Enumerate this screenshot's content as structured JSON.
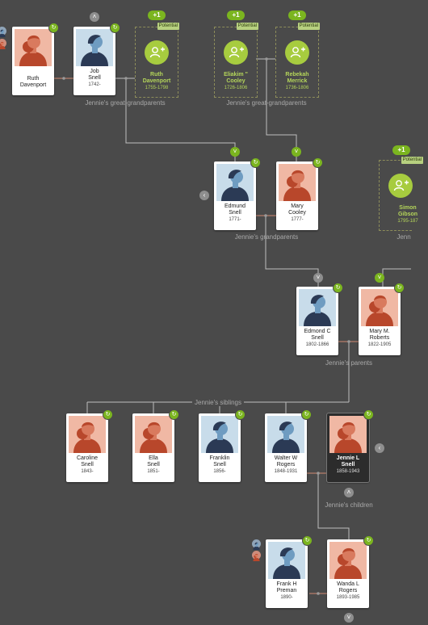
{
  "cards": {
    "ruth_davenport_left": {
      "name": "Ruth\nDavenport",
      "years": ""
    },
    "job_snell": {
      "name": "Job\nSnell",
      "years": "1742-"
    },
    "edmund_snell": {
      "name": "Edmund\nSnell",
      "years": "1771-"
    },
    "mary_cooley": {
      "name": "Mary\nCooley",
      "years": "1777-"
    },
    "edmond_c_snell": {
      "name": "Edmond C\nSnell",
      "years": "1802-1866"
    },
    "mary_m_roberts": {
      "name": "Mary M.\nRoberts",
      "years": "1822-1905"
    },
    "caroline_snell": {
      "name": "Caroline\nSnell",
      "years": "1843-"
    },
    "ella_snell": {
      "name": "Ella\nSnell",
      "years": "1851-"
    },
    "franklin_snell": {
      "name": "Franklin\nSnell",
      "years": "1856-"
    },
    "walter_w_rogers": {
      "name": "Walter W\nRogers",
      "years": "1848-1931"
    },
    "jennie_l_snell": {
      "name": "Jennie L\nSnell",
      "years": "1858-1943"
    },
    "frank_h_preman": {
      "name": "Frank H\nPreman",
      "years": "1890-"
    },
    "wanda_l_rogers": {
      "name": "Wanda L\nRogers",
      "years": "1893-1985"
    }
  },
  "potentials": {
    "ruth_davenport": {
      "count": "+1",
      "tag": "Potential",
      "name": "Ruth\nDavenport",
      "years": "1755-1798"
    },
    "eliakim_cooley": {
      "count": "+1",
      "tag": "Potential",
      "name": "Eliakim \"\nCooley",
      "years": "1726-1806"
    },
    "rebekah_merrick": {
      "count": "+1",
      "tag": "Potential",
      "name": "Rebekah\nMerrick",
      "years": "1736-1806"
    },
    "simon_gibson": {
      "count": "+1",
      "tag": "Potential",
      "name": "Simon\nGibson",
      "years": "1795-187"
    }
  },
  "groups": {
    "great_grandparents_1": "Jennie's great-grandparents",
    "great_grandparents_2": "Jennie's great-grandparents",
    "grandparents": "Jennie's grandparents",
    "grandparents_partial": "Jenn",
    "parents": "Jennie's parents",
    "siblings": "Jennie's siblings",
    "children": "Jennie's children"
  },
  "icons": {
    "record_hint": "↻",
    "expand_up": "˄",
    "expand_down": "˅",
    "expand_left": "‹"
  },
  "colors": {
    "background": "#4a4a4a",
    "accent_green": "#7bb51f",
    "potential_text": "#b4d55a",
    "female_photo": "#f0b8a4",
    "male_photo": "#c8dcea"
  }
}
